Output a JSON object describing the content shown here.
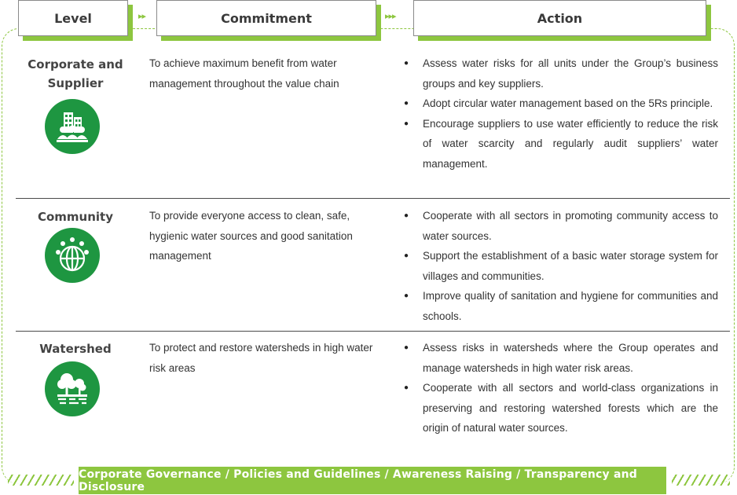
{
  "headers": {
    "level": "Level",
    "commitment": "Commitment",
    "action": "Action"
  },
  "header_arrows": "▸▸",
  "header_arrows_long": "▸▸▸",
  "rows": [
    {
      "level": "Corporate and Supplier",
      "icon": "corporate-building-people-icon",
      "commitment": "To achieve maximum benefit from water management throughout the value chain",
      "actions": [
        "Assess water risks for all units under the Group’s business groups and key suppliers.",
        "Adopt circular water management based on the 5Rs principle.",
        "Encourage suppliers to use water efficiently to reduce the risk of water scarcity and regularly audit suppliers’ water management."
      ]
    },
    {
      "level": "Community",
      "icon": "community-globe-people-icon",
      "commitment": "To provide everyone access to clean, safe, hygienic water sources and good sanitation management",
      "actions": [
        "Cooperate with all sectors in promoting community access to water sources.",
        "Support the establishment of a basic water storage system for villages and communities.",
        "Improve quality of sanitation and hygiene for communities and schools."
      ]
    },
    {
      "level": "Watershed",
      "icon": "watershed-trees-water-icon",
      "commitment": "To protect and restore watersheds in high water risk areas",
      "actions": [
        "Assess risks in watersheds where the Group operates and manage watersheds in high water risk areas.",
        "Cooperate with all sectors and world-class organizations in preserving and restoring watershed forests which are the origin of natural water sources."
      ]
    }
  ],
  "footer": "Corporate Governance / Policies and Guidelines / Awareness Raising / Transparency and Disclosure",
  "colors": {
    "accent_green": "#8dc63f",
    "icon_green": "#1e9641"
  }
}
